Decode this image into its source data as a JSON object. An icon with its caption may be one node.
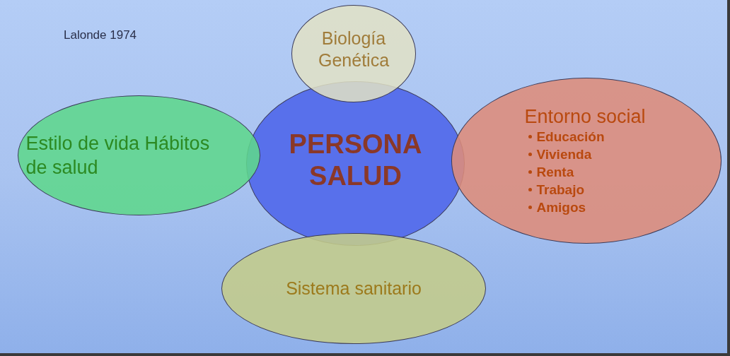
{
  "diagram": {
    "nodes": [
      {
        "text": [
          "Biología Genética"
        ]
      },
      {
        "text": [
          "Estilo de vida Hábitos de salud"
        ]
      },
      {
        "text": [
          "PERSONA SALUD"
        ]
      },
      {
        "text": [
          "Entorno social",
          "Educación",
          "Vivienda",
          "Renta",
          "Trabajo",
          "Amigos"
        ]
      },
      {
        "text": [
          "Sistema sanitario"
        ]
      }
    ],
    "labels": [
      "Lalonde 1974"
    ]
  }
}
